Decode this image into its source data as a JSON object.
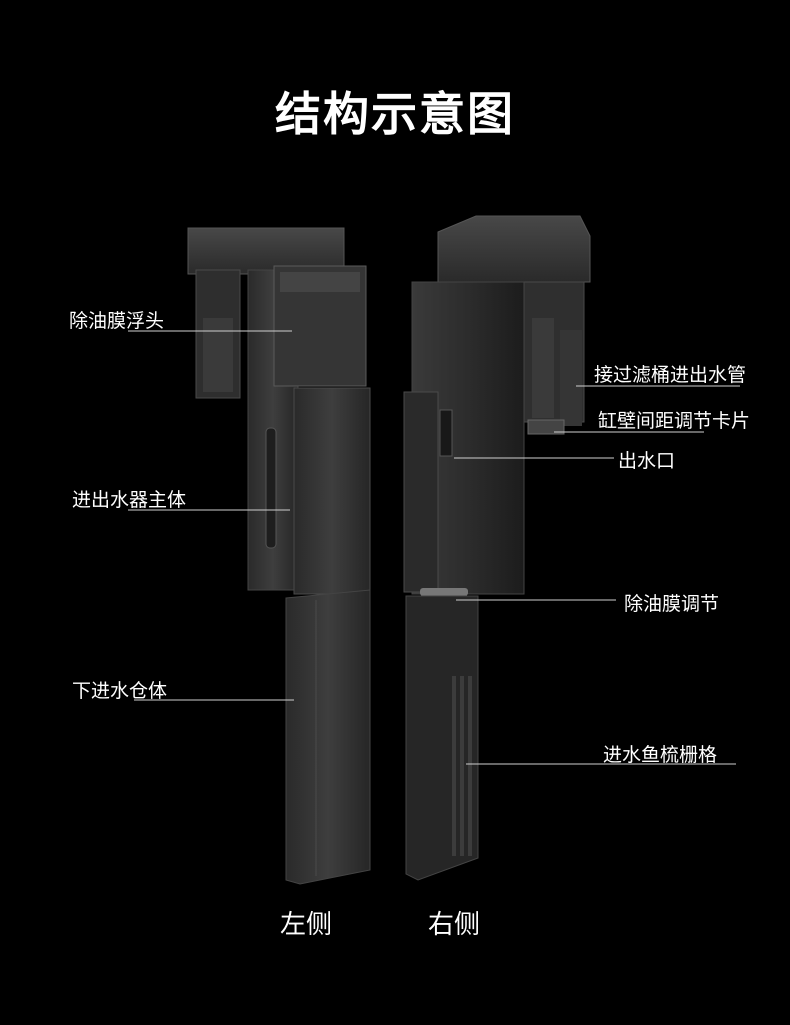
{
  "title": "结构示意图",
  "left_labels": [
    "除油膜浮头",
    "进出水器主体",
    "下进水仓体"
  ],
  "right_labels": [
    "接过滤桶进出水管",
    "缸壁间距调节卡片",
    "出水口",
    "除油膜调节",
    "进水鱼梳栅格"
  ],
  "sides": {
    "left": "左侧",
    "right": "右侧"
  }
}
